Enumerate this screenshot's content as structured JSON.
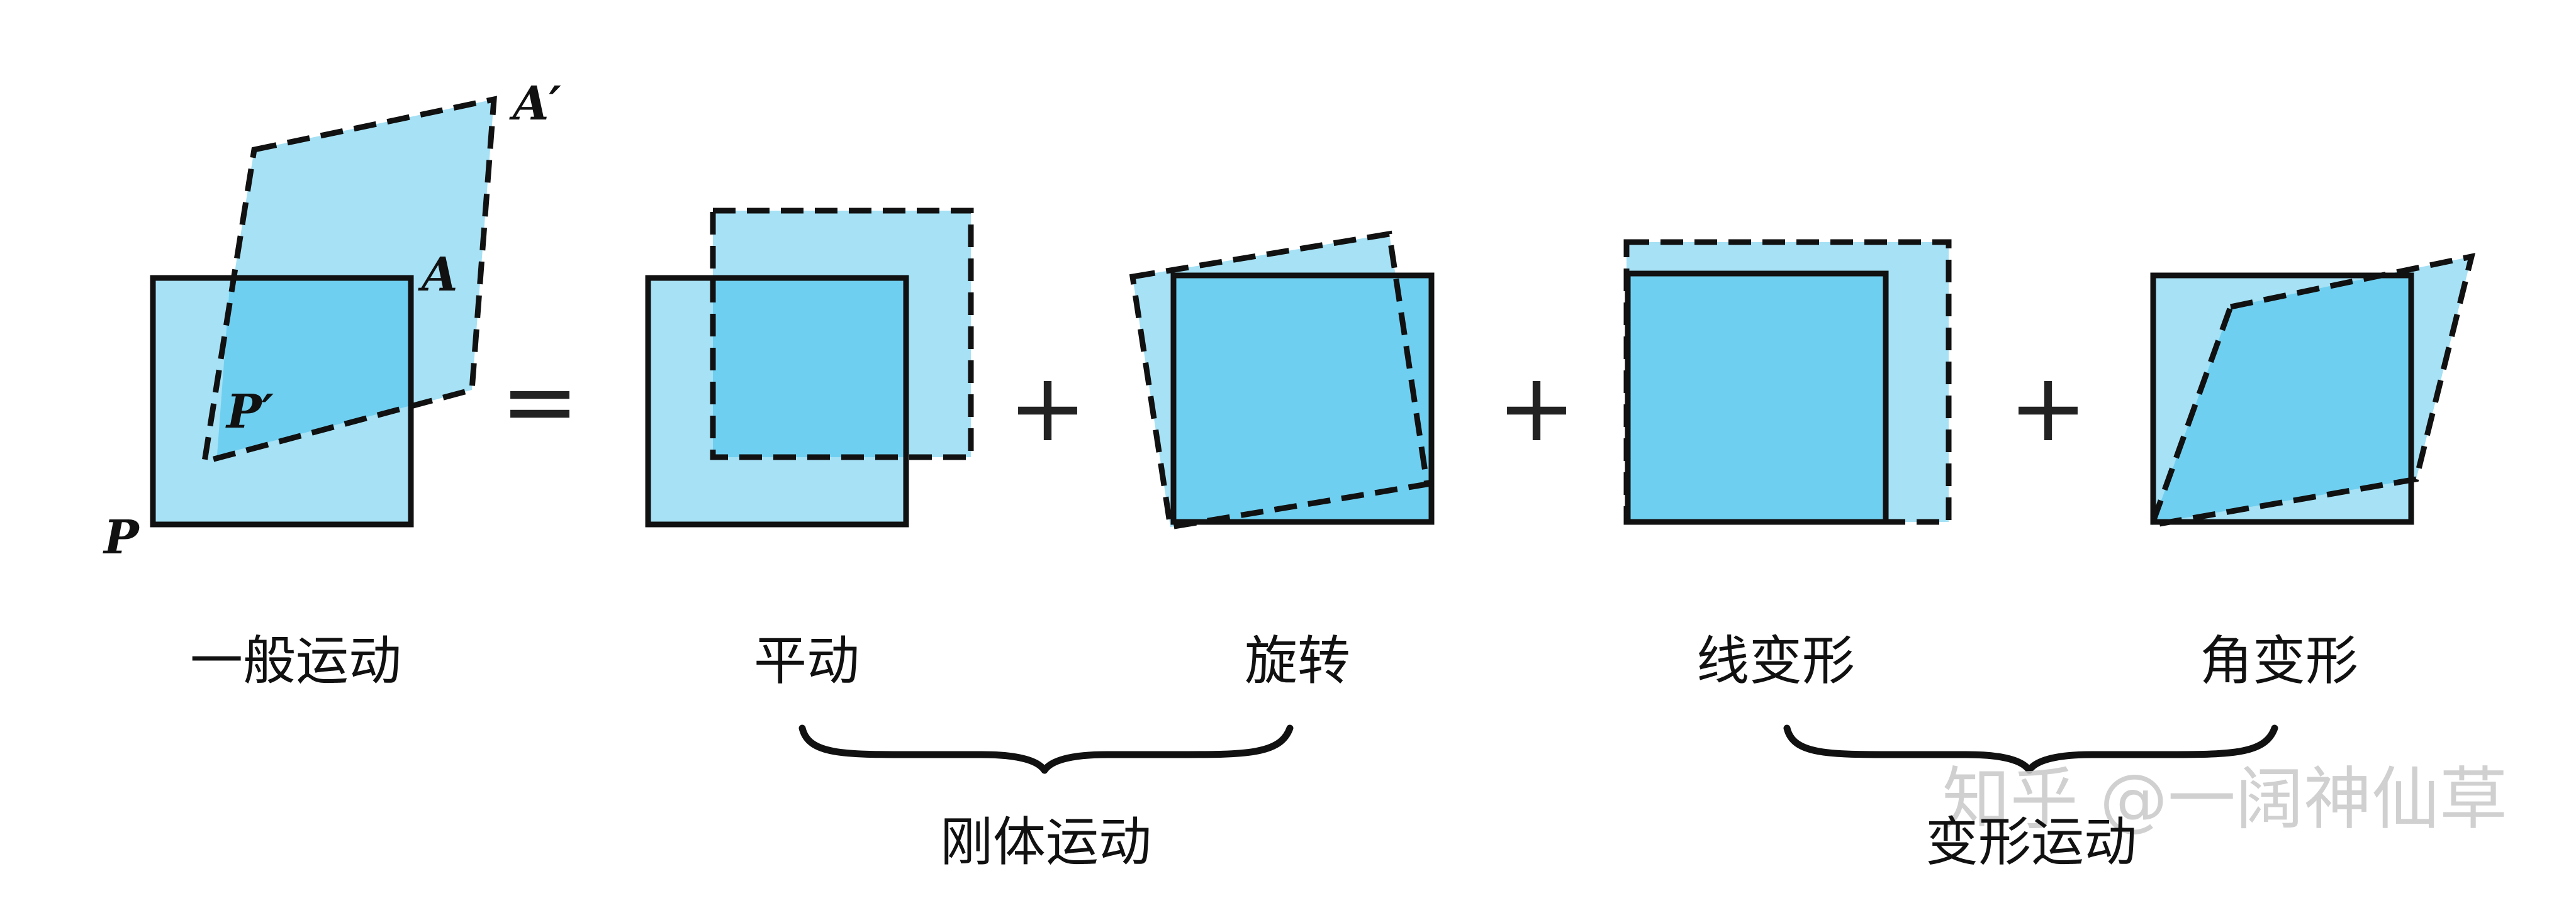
{
  "colors": {
    "light_fill": "#a6e1f5",
    "dark_fill": "#6fcff0",
    "stroke": "#111111"
  },
  "points": {
    "P": "P",
    "P_prime": "P′",
    "A": "A",
    "A_prime": "A′"
  },
  "operators": {
    "equals": "=",
    "plus": "+"
  },
  "labels": {
    "general": "一般运动",
    "translation": "平动",
    "rotation": "旋转",
    "linear_deformation": "线变形",
    "angular_deformation": "角变形"
  },
  "groups": {
    "rigid_body": "刚体运动",
    "deformation": "变形运动"
  },
  "watermark": "知乎 @一阔神仙草"
}
